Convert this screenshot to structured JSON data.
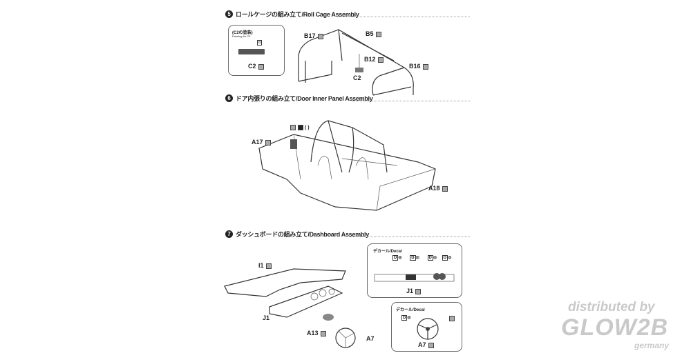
{
  "steps": [
    {
      "number": "5",
      "title": "ロールケージの組み立て/Roll Cage Assembly"
    },
    {
      "number": "6",
      "title": "ドア内張りの組み立て/Door Inner Panel Assembly"
    },
    {
      "number": "7",
      "title": "ダッシュボードの組み立て/Dashboard Assembly"
    }
  ],
  "step5": {
    "painting_box": {
      "title": "(C2の塗装)",
      "subtitle": "Painting for C2",
      "paint_code": "8",
      "part": "C2"
    },
    "parts": [
      "B17",
      "B5",
      "B12",
      "B16",
      "C2"
    ]
  },
  "step6": {
    "parts": [
      "A17",
      "A18"
    ],
    "paint_note": "(  )"
  },
  "step7": {
    "parts": [
      "I1",
      "J1",
      "A13",
      "A7"
    ],
    "decal_box_j1": {
      "title": "デカール/Decal",
      "part": "J1",
      "decal_marker": "D"
    },
    "decal_box_a7": {
      "title": "デカール/Decal",
      "part": "A7",
      "decal_marker": "D"
    }
  },
  "watermark": {
    "line1": "distributed by",
    "line2": "GLOW2B",
    "line3": "germany"
  }
}
